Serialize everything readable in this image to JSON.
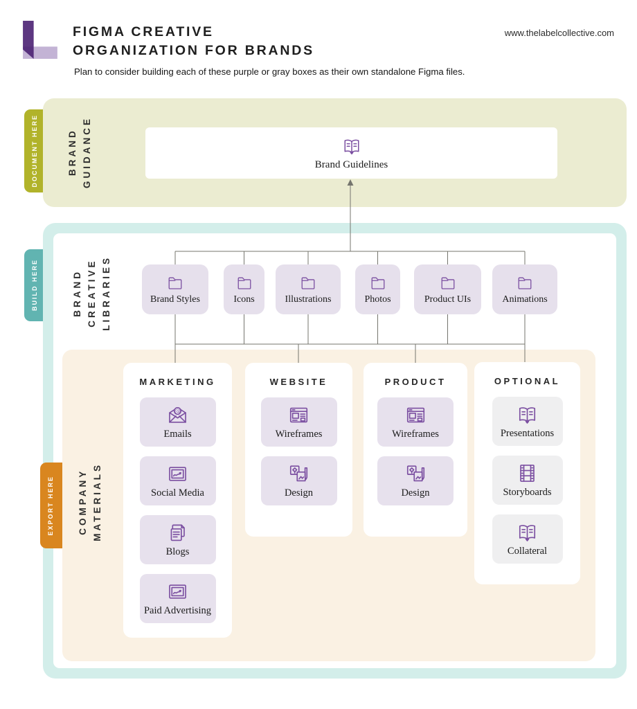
{
  "header": {
    "title_line1": "FIGMA CREATIVE",
    "title_line2": "ORGANIZATION FOR BRANDS",
    "url": "www.thelabelcollective.com",
    "subtitle": "Plan to consider building each of these purple or gray boxes as their own standalone Figma files."
  },
  "colors": {
    "icon_purple": "#7b4fa1",
    "logo_dark_purple": "#4b2173",
    "logo_light_purple": "#c3b3d5",
    "document_tab": "#b1b32a",
    "build_tab": "#61b4b1",
    "export_tab": "#d9861f",
    "guidance_bg": "#ebecd1",
    "libraries_border": "#d3eeea",
    "materials_bg": "#faf1e3",
    "node_purple_bg": "#e7e1ed",
    "node_gray_bg": "#efeff0",
    "connector": "#75756e"
  },
  "guidance": {
    "tab": "DOCUMENT HERE",
    "label_lines": [
      "BRAND",
      "GUIDANCE"
    ],
    "node": {
      "label": "Brand Guidelines",
      "icon": "open-book"
    }
  },
  "libraries": {
    "tab": "BUILD HERE",
    "label_lines": [
      "BRAND",
      "CREATIVE",
      "LIBRARIES"
    ],
    "folders": [
      {
        "label": "Brand Styles",
        "icon": "folder"
      },
      {
        "label": "Icons",
        "icon": "folder"
      },
      {
        "label": "Illustrations",
        "icon": "folder"
      },
      {
        "label": "Photos",
        "icon": "folder"
      },
      {
        "label": "Product UIs",
        "icon": "folder"
      },
      {
        "label": "Animations",
        "icon": "folder"
      }
    ]
  },
  "materials": {
    "tab": "EXPORT HERE",
    "label_lines": [
      "COMPANY",
      "MATERIALS"
    ],
    "columns": [
      {
        "header": "MARKETING",
        "items": [
          {
            "label": "Emails",
            "icon": "email-envelope"
          },
          {
            "label": "Social Media",
            "icon": "image-frame"
          },
          {
            "label": "Blogs",
            "icon": "stacked-pages"
          },
          {
            "label": "Paid Advertising",
            "icon": "image-frame"
          }
        ]
      },
      {
        "header": "WEBSITE",
        "items": [
          {
            "label": "Wireframes",
            "icon": "browser-window"
          },
          {
            "label": "Design",
            "icon": "design-tools"
          }
        ]
      },
      {
        "header": "PRODUCT",
        "items": [
          {
            "label": "Wireframes",
            "icon": "browser-window"
          },
          {
            "label": "Design",
            "icon": "design-tools"
          }
        ]
      },
      {
        "header": "OPTIONAL",
        "items": [
          {
            "label": "Presentations",
            "icon": "open-book"
          },
          {
            "label": "Storyboards",
            "icon": "film-strip"
          },
          {
            "label": "Collateral",
            "icon": "open-book"
          }
        ]
      }
    ]
  }
}
